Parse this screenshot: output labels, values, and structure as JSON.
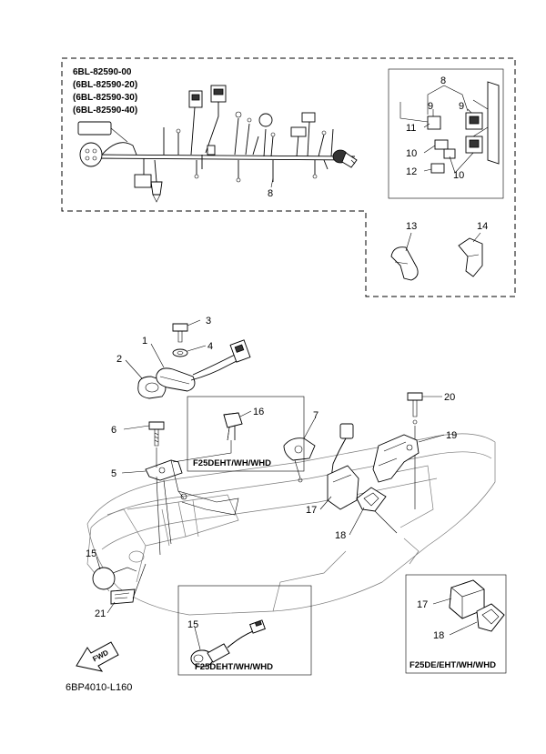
{
  "harness_part_numbers": [
    "6BL-82590-00",
    "(6BL-82590-20)",
    "(6BL-82590-30)",
    "(6BL-82590-40)"
  ],
  "callouts": {
    "c1": "1",
    "c2": "2",
    "c3": "3",
    "c4": "4",
    "c5": "5",
    "c6": "6",
    "c7": "7",
    "c8a": "8",
    "c8b": "8",
    "c9a": "9",
    "c9b": "9",
    "c10a": "10",
    "c10b": "10",
    "c11": "11",
    "c12": "12",
    "c13": "13",
    "c14": "14",
    "c15a": "15",
    "c15b": "15",
    "c16": "16",
    "c17a": "17",
    "c17b": "17",
    "c18a": "18",
    "c18b": "18",
    "c19": "19",
    "c20": "20",
    "c21": "21"
  },
  "model_boxes": {
    "box16": "F25DEHT/WH/WHD",
    "box15": "F25DEHT/WH/WHD",
    "box17": "F25DE/EHT/WH/WHD"
  },
  "direction_arrow": "FWD",
  "figure_code": "6BP4010-L160"
}
